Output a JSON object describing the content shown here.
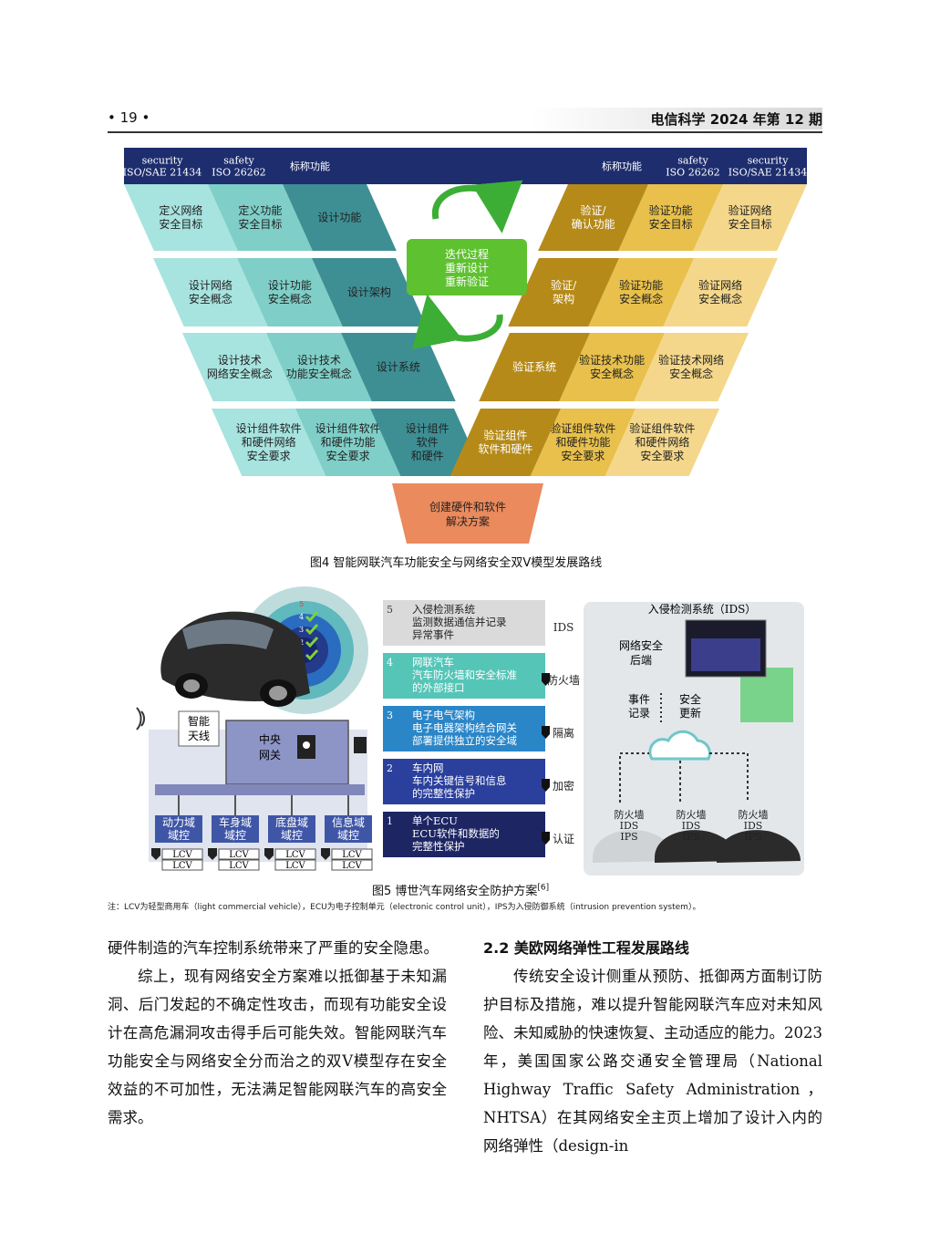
{
  "header": {
    "page": "• 19 •",
    "journal": "电信科学 2024 年第 12 期"
  },
  "fig4": {
    "head_left": [
      [
        "security",
        "ISO/SAE 21434"
      ],
      [
        "safety",
        "ISO 26262"
      ],
      [
        "标称功能"
      ]
    ],
    "head_right": [
      [
        "标称功能"
      ],
      [
        "safety",
        "ISO 26262"
      ],
      [
        "security",
        "ISO/SAE 21434"
      ]
    ],
    "left_rows": [
      [
        [
          "定义网络",
          "安全目标"
        ],
        [
          "定义功能",
          "安全目标"
        ],
        [
          "设计功能"
        ]
      ],
      [
        [
          "设计网络",
          "安全概念"
        ],
        [
          "设计功能",
          "安全概念"
        ],
        [
          "设计架构"
        ]
      ],
      [
        [
          "设计技术",
          "网络安全概念"
        ],
        [
          "设计技术",
          "功能安全概念"
        ],
        [
          "设计系统"
        ]
      ],
      [
        [
          "设计组件软件",
          "和硬件网络",
          "安全要求"
        ],
        [
          "设计组件软件",
          "和硬件功能",
          "安全要求"
        ],
        [
          "设计组件",
          "软件",
          "和硬件"
        ]
      ]
    ],
    "right_rows": [
      [
        [
          "验证/",
          "确认功能"
        ],
        [
          "验证功能",
          "安全目标"
        ],
        [
          "验证网络",
          "安全目标"
        ]
      ],
      [
        [
          "验证/",
          "架构"
        ],
        [
          "验证功能",
          "安全概念"
        ],
        [
          "验证网络",
          "安全概念"
        ]
      ],
      [
        [
          "验证系统"
        ],
        [
          "验证技术功能",
          "安全概念"
        ],
        [
          "验证技术网络",
          "安全概念"
        ]
      ],
      [
        [
          "验证组件",
          "软件和硬件"
        ],
        [
          "验证组件软件",
          "和硬件功能",
          "安全要求"
        ],
        [
          "验证组件软件",
          "和硬件网络",
          "安全要求"
        ]
      ]
    ],
    "center": [
      "迭代过程",
      "重新设计",
      "重新验证"
    ],
    "bottom": [
      "创建硬件和软件",
      "解决方案"
    ],
    "caption": "图4   智能网联汽车功能安全与网络安全双V模型发展路线"
  },
  "fig5": {
    "layers": [
      {
        "n": "5",
        "lines": [
          "入侵检测系统",
          "监测数据通信并记录",
          "异常事件"
        ],
        "tag": "IDS"
      },
      {
        "n": "4",
        "lines": [
          "网联汽车",
          "汽车防火墙和安全标准",
          "的外部接口"
        ],
        "tag": "防火墙"
      },
      {
        "n": "3",
        "lines": [
          "电子电气架构",
          "电子电器架构结合网关",
          "部署提供独立的安全域"
        ],
        "tag": "隔离"
      },
      {
        "n": "2",
        "lines": [
          "车内网",
          "车内关键信号和信息",
          "的完整性保护"
        ],
        "tag": "加密"
      },
      {
        "n": "1",
        "lines": [
          "单个ECU",
          "ECU软件和数据的",
          "完整性保护"
        ],
        "tag": "认证"
      }
    ],
    "antenna": [
      "智能",
      "天线"
    ],
    "gateway": [
      "中央",
      "网关"
    ],
    "domains": [
      [
        "动力域",
        "域控"
      ],
      [
        "车身域",
        "域控"
      ],
      [
        "底盘域",
        "域控"
      ],
      [
        "信息域",
        "域控"
      ]
    ],
    "lcv": "LCV",
    "ids_title": "入侵检测系统（IDS）",
    "backend": [
      "网络安全",
      "后端"
    ],
    "event": [
      "事件",
      "记录"
    ],
    "update": [
      "安全",
      "更新"
    ],
    "vehicle_tags": [
      "防火墙",
      "IDS",
      "IPS"
    ],
    "shield_nums": [
      "5",
      "4",
      "3",
      "2",
      "1"
    ],
    "caption": "图5   博世汽车网络安全防护方案",
    "ref": "[6]"
  },
  "note": "注：LCV为轻型商用车（light commercial vehicle），ECU为电子控制单元（electronic control unit），IPS为入侵防御系统（intrusion prevention system）。",
  "left_col": {
    "p1": "硬件制造的汽车控制系统带来了严重的安全隐患。",
    "p2": "综上，现有网络安全方案难以抵御基于未知漏洞、后门发起的不确定性攻击，而现有功能安全设计在高危漏洞攻击得手后可能失效。智能网联汽车功能安全与网络安全分而治之的双V模型存在安全效益的不可加性，无法满足智能网联汽车的高安全需求。"
  },
  "right_col": {
    "section": "2.2   美欧网络弹性工程发展路线",
    "p1": "传统安全设计侧重从预防、抵御两方面制订防护目标及措施，难以提升智能网联汽车应对未知风险、未知威胁的快速恢复、主动适应的能力。2023年，美国国家公路交通安全管理局（National Highway Traffic Safety Administration，NHTSA）在其网络安全主页上增加了设计入内的网络弹性（design-in"
  }
}
